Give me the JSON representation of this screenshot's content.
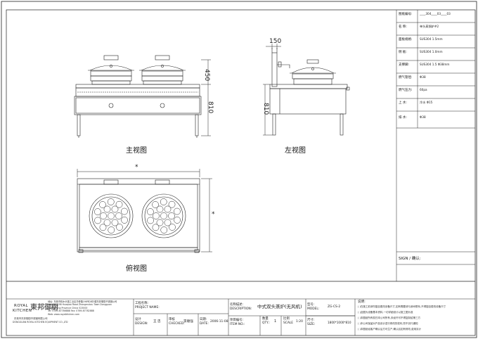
{
  "views": {
    "front": "主视图",
    "left": "左视图",
    "top": "俯视图"
  },
  "dimensions": {
    "front_upper": "450",
    "front_lower": "810",
    "left_top": "150",
    "left_side": "810",
    "top_width": "*",
    "top_depth": "*"
  },
  "spec_table": {
    "rows": [
      {
        "label": "图纸编号:",
        "value": "____304____03____03"
      },
      {
        "label": "名  称:",
        "value": "单头蒸锅炉#2"
      },
      {
        "label": "面板规格:",
        "value": "SUS304 1.5mm"
      },
      {
        "label": "侧  板:",
        "value": "SUS304 1.0mm"
      },
      {
        "label": "支撑脚:",
        "value": "SUS304 1.5 Φ38mm"
      },
      {
        "label": "燃气管径:",
        "value": "Φ38"
      },
      {
        "label": "燃气压力:",
        "value": "60pa"
      },
      {
        "label": "上  水:",
        "value": "冷水 Φ15"
      },
      {
        "label": "排  水:",
        "value": "Φ38"
      }
    ],
    "sign_label": "SIGN / 确认:"
  },
  "title_block": {
    "logo_en_1": "ROYAL",
    "logo_en_2": "KITCHEN",
    "logo_cn": "東邦御厨",
    "company_lines": [
      "地址: 东莞市樟木头镇工业区华侨路198号2栋3楼东邦御厨不锈钢公司",
      "Add: No.198 Huaqiao Road Zhangmutou Town Dongguan",
      "Guangdong Province China 523000",
      "Tel: 0769-87786888  Fax: 0769-87782888",
      "Web: www.royalkitchen.com"
    ],
    "company_footer": "东莞市东邦御厨不锈钢有限公司",
    "company_footer_en": "DONGGUAN ROYAL KITCHEN EQUIPMENT CO.,LTD",
    "project_label": "工程名称:",
    "project_label_en": "PROJECT NAME:",
    "design_label": "设计",
    "design_label_en": "DESIGN:",
    "design_value": "王 忠",
    "check_label": "审核",
    "check_label_en": "CHECKED:",
    "check_value": "李顺强",
    "date_label": "日期:",
    "date_label_en": "DATE:",
    "date_value": "2006-11-08",
    "desc_label": "名称描述:",
    "desc_label_en": "DESCRIPTION:",
    "desc_value": "中式双头蒸炉(无风机)",
    "item_label": "项目编号:",
    "item_label_en": "ITEM NO.:",
    "qty_label": "数量",
    "qty_label_en": "QTY.:",
    "qty_value": "1",
    "scale_label": "比例",
    "scale_label_en": "SCALE",
    "scale_value": "1:20",
    "model_label": "型号:",
    "model_label_en": "MODEL:",
    "model_value": "ZG-CS-2",
    "size_label": "尺寸:",
    "size_label_en": "SIZE:",
    "size_value": "1800*1000*810",
    "notes_title": "说明:",
    "notes": [
      "( )在施工前请勿擅自更改设备尺寸,如有需要请与我司联系,不得擅自更改设备尺寸",
      "( )此图为设备基本资料,一切详细设计以施工图为准",
      "( )本图纸所有权归本公司所有,未经许可不得复制给第三方",
      "( )本公司保留对产品设计进行修改的权利,恕不另行通知",
      "( )本图纸经客户确认后方可生产,确认后如有修改,费用另计"
    ]
  }
}
